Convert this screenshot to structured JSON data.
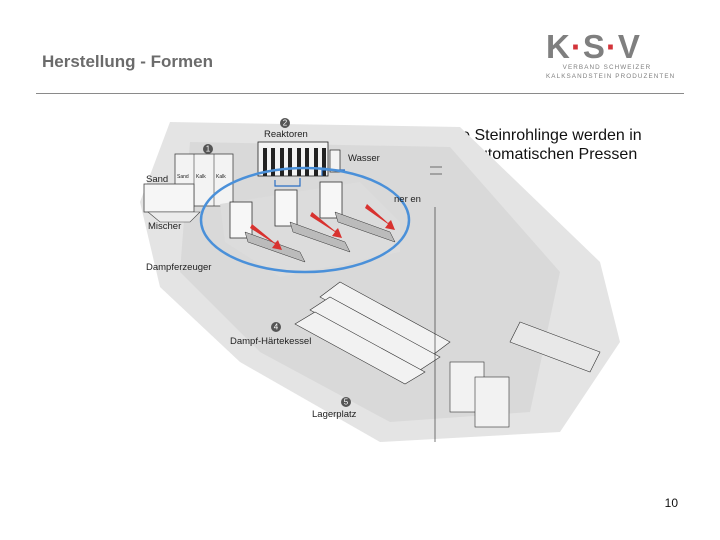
{
  "slide": {
    "title": "Herstellung - Formen",
    "caption": "Die Steinrohlinge werden in vollautomatischen Pressen geformt.",
    "page_number": "10"
  },
  "logo": {
    "letters": [
      "K",
      "S",
      "V"
    ],
    "line1": "VERBAND SCHWEIZER",
    "line2": "KALKSANDSTEIN PRODUZENTEN",
    "colors": {
      "letters": "#7f7f7f",
      "dots": "#d3343a"
    }
  },
  "illustration": {
    "labels": {
      "sand": "Sand",
      "mischer": "Mischer",
      "reaktoren": "Reaktoren",
      "wasser": "Wasser",
      "pressen_partial": "ner\nen",
      "dampferzeuger": "Dampferzeuger",
      "dampfhaertekessel": "Dampf-Härtekessel",
      "lagerplatz": "Lagerplatz",
      "silo1": "Sand",
      "silo2": "Kalk",
      "silo3": "Kalk"
    },
    "step_numbers": [
      "1",
      "2",
      "4",
      "5"
    ],
    "colors": {
      "highlight": "#4a90d9",
      "arrow": "#d8322f",
      "base": "#e3e3e3"
    }
  }
}
